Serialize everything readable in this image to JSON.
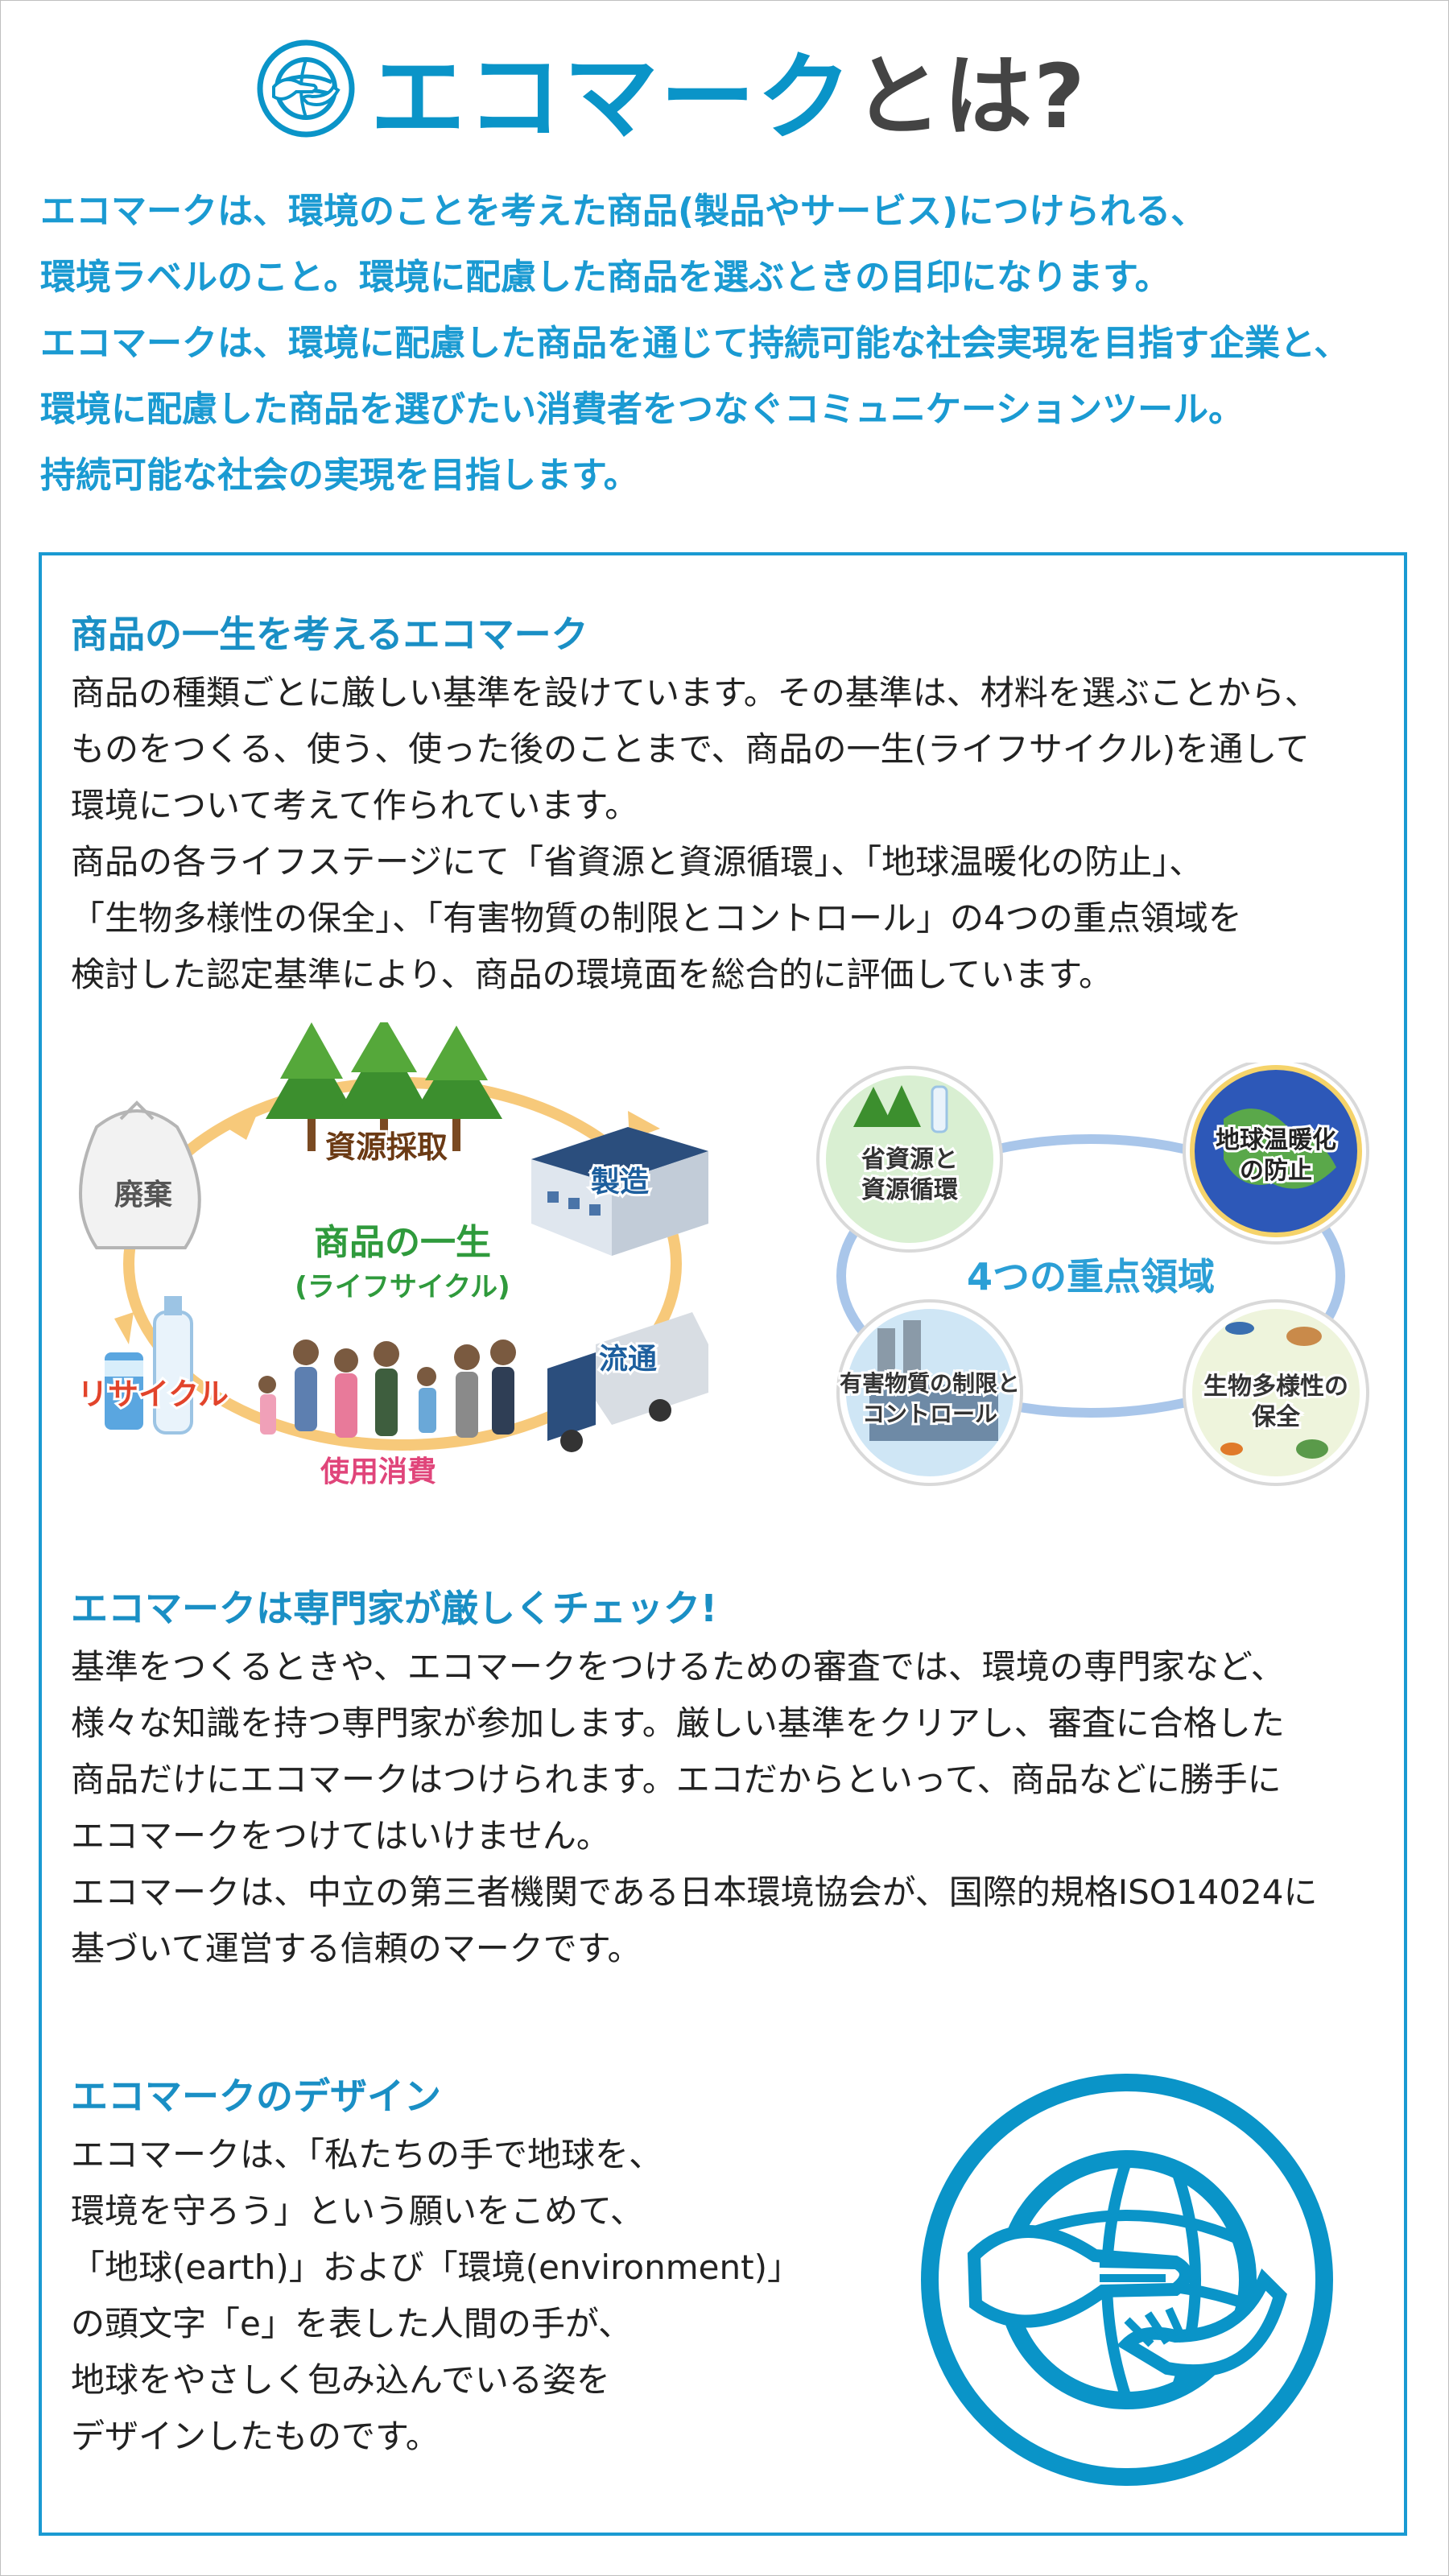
{
  "title": {
    "main": "エコマーク",
    "suffix": "とは?"
  },
  "intro": [
    "エコマークは、環境のことを考えた商品(製品やサービス)につけられる、",
    "環境ラベルのこと。環境に配慮した商品を選ぶときの目印になります。",
    "エコマークは、環境に配慮した商品を通じて持続可能な社会実現を目指す企業と、",
    "環境に配慮した商品を選びたい消費者をつなぐコミュニケーションツール。",
    "持続可能な社会の実現を目指します。"
  ],
  "lifecycle_section": {
    "heading": "商品の一生を考えるエコマーク",
    "lines": [
      "商品の種類ごとに厳しい基準を設けています。その基準は、材料を選ぶことから、",
      "ものをつくる、使う、使った後のことまで、商品の一生(ライフサイクル)を通して",
      "環境について考えて作られています。",
      "商品の各ライフステージにて「省資源と資源循環」、「地球温暖化の防止」、",
      "「生物多様性の保全」、「有害物質の制限とコントロール」の4つの重点領域を",
      "検討した認定基準により、商品の環境面を総合的に評価しています。"
    ]
  },
  "lifecycle_diagram": {
    "center_title": "商品の一生",
    "center_sub": "(ライフサイクル)",
    "stages": {
      "extraction": "資源採取",
      "manufacturing": "製造",
      "distribution": "流通",
      "consumption": "使用消費",
      "recycle": "リサイクル",
      "disposal": "廃棄"
    },
    "colors": {
      "ring": "#f7c97a",
      "extraction": "#6b3a14",
      "manufacturing": "#1d5f9e",
      "distribution": "#1d5f9e",
      "consumption": "#e0457a",
      "recycle": "#e2442b",
      "disposal": "#555555",
      "center": "#2f9a3c"
    }
  },
  "focus_diagram": {
    "center": "4つの重点領域",
    "areas": {
      "resource": [
        "省資源と",
        "資源循環"
      ],
      "warming": [
        "地球温暖化",
        "の防止"
      ],
      "harmful": [
        "有害物質の制限と",
        "コントロール"
      ],
      "biodiversity": [
        "生物多様性の",
        "保全"
      ]
    },
    "colors": {
      "ring": "#a9c6ea",
      "center": "#2b9fd6"
    }
  },
  "check_section": {
    "heading": "エコマークは専門家が厳しくチェック!",
    "lines": [
      "基準をつくるときや、エコマークをつけるための審査では、環境の専門家など、",
      "様々な知識を持つ専門家が参加します。厳しい基準をクリアし、審査に合格した",
      "商品だけにエコマークはつけられます。エコだからといって、商品などに勝手に",
      "エコマークをつけてはいけません。",
      "エコマークは、中立の第三者機関である日本環境協会が、国際的規格ISO14024に",
      "基づいて運営する信頼のマークです。"
    ]
  },
  "design_section": {
    "heading": "エコマークのデザイン",
    "lines": [
      "エコマークは、「私たちの手で地球を、",
      "環境を守ろう」という願いをこめて、",
      "「地球(earth)」および「環境(environment)」",
      "の頭文字「e」を表した人間の手が、",
      "地球をやさしく包み込んでいる姿を",
      "デザインしたものです。"
    ]
  },
  "colors": {
    "brand": "#0a94c8",
    "heading": "#1a8fc5",
    "text": "#222222"
  }
}
